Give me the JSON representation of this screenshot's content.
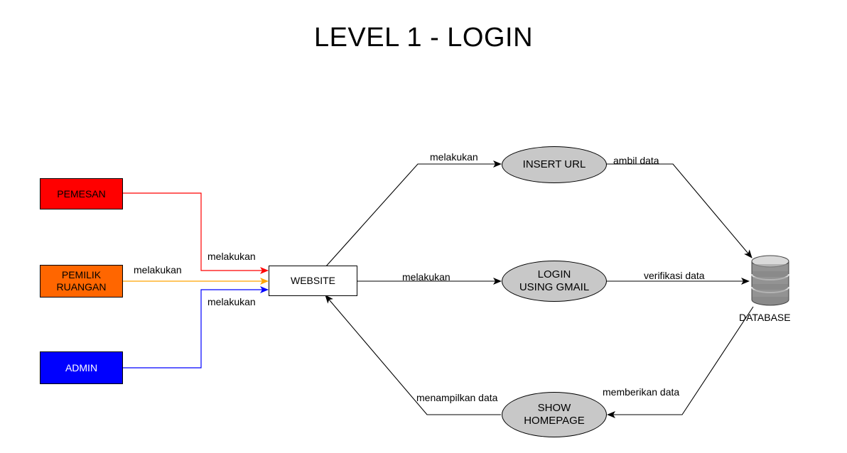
{
  "title": "LEVEL 1 - LOGIN",
  "entities": {
    "pemesan": "PEMESAN",
    "pemilik": "PEMILIK\nRUANGAN",
    "admin": "ADMIN",
    "website": "WEBSITE"
  },
  "processes": {
    "insert_url": "INSERT URL",
    "login": "LOGIN\nUSING GMAIL",
    "show": "SHOW\nHOMEPAGE"
  },
  "database": "DATABASE",
  "labels": {
    "pemesan_flow": "melakukan",
    "pemilik_flow": "melakukan",
    "admin_flow": "melakukan",
    "to_insert": "melakukan",
    "to_login": "melakukan",
    "insert_db": "ambil data",
    "login_db": "verifikasi data",
    "db_show": "memberikan data",
    "show_web": "menampilkan data"
  },
  "colors": {
    "pemesan": "#ff0000",
    "pemilik": "#ff6600",
    "pemilik_arrow": "#ffa500",
    "admin": "#0000ff"
  }
}
